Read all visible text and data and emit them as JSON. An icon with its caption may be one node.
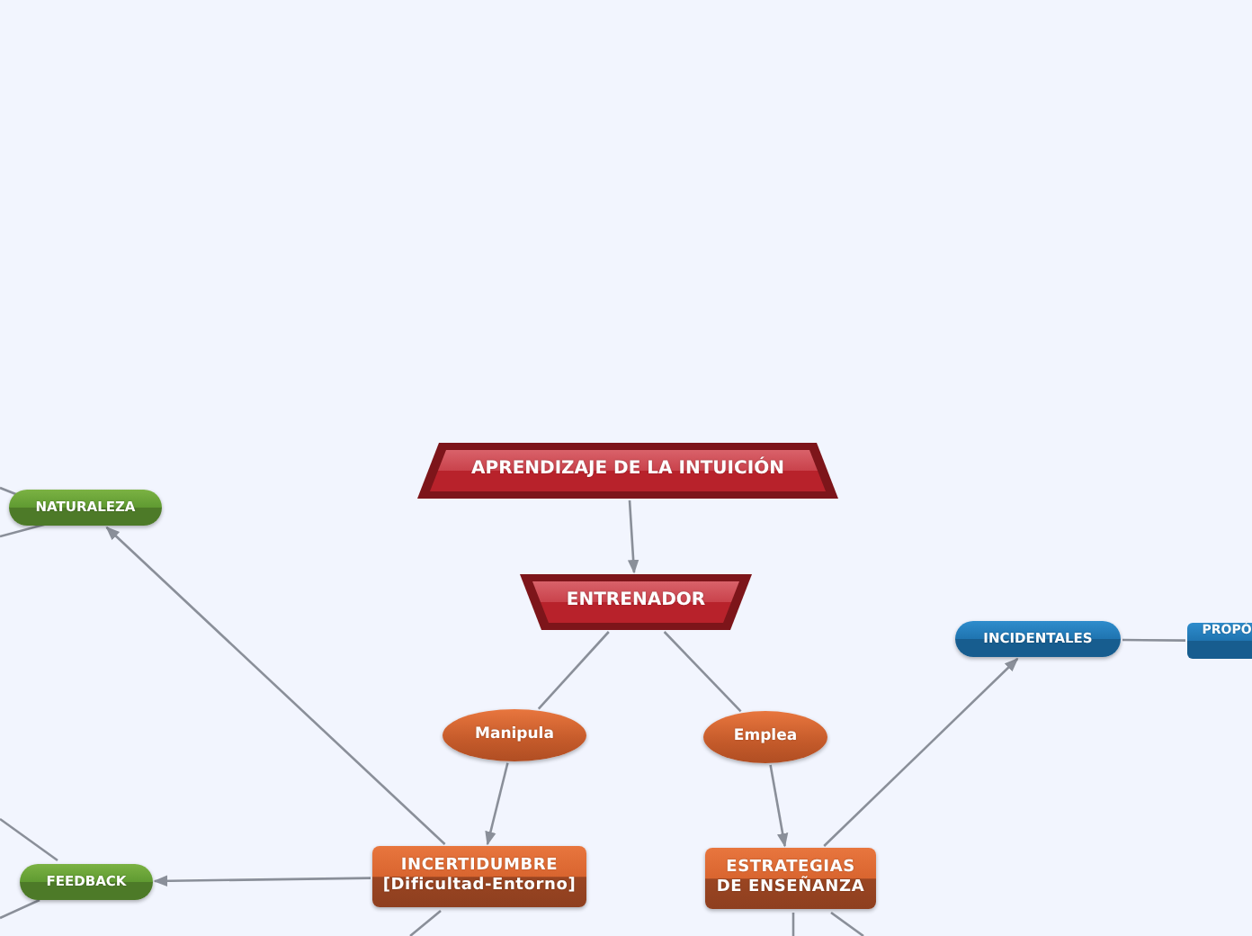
{
  "diagram": {
    "nodes": [
      {
        "text": [
          "APRENDIZAJE DE LA INTUICIÓN"
        ]
      },
      {
        "text": [
          "ENTRENADOR"
        ]
      },
      {
        "text": [
          "Manipula"
        ]
      },
      {
        "text": [
          "Emplea"
        ]
      },
      {
        "text": [
          "NATURALEZA"
        ]
      },
      {
        "text": [
          "INCIDENTALES"
        ]
      },
      {
        "text": [
          "PROPÓ"
        ]
      },
      {
        "text": [
          "FEEDBACK"
        ]
      },
      {
        "text": [
          "INCERTIDUMBRE",
          "[Dificultad-Entorno]"
        ]
      },
      {
        "text": [
          "ESTRATEGIAS DE ENSEÑANZA"
        ]
      }
    ],
    "edges": [
      {
        "from": 0,
        "to": 1,
        "arrow": "to"
      },
      {
        "from": 1,
        "to": 2,
        "arrow": "none"
      },
      {
        "from": 1,
        "to": 3,
        "arrow": "none"
      },
      {
        "from": 2,
        "to": 8,
        "arrow": "to"
      },
      {
        "from": 3,
        "to": 9,
        "arrow": "to"
      },
      {
        "from": 8,
        "to": 4,
        "arrow": "to"
      },
      {
        "from": 8,
        "to": 7,
        "arrow": "to"
      },
      {
        "from": 9,
        "to": 5,
        "arrow": "to"
      },
      {
        "from": 5,
        "to": 6,
        "arrow": "none"
      },
      {
        "from": 4,
        "to": null,
        "arrow": "none"
      },
      {
        "from": 4,
        "to": null,
        "arrow": "none"
      },
      {
        "from": 7,
        "to": null,
        "arrow": "none"
      },
      {
        "from": 7,
        "to": null,
        "arrow": "none"
      },
      {
        "from": 8,
        "to": null,
        "arrow": "none"
      },
      {
        "from": 9,
        "to": null,
        "arrow": "none"
      },
      {
        "from": 9,
        "to": null,
        "arrow": "none"
      }
    ]
  }
}
